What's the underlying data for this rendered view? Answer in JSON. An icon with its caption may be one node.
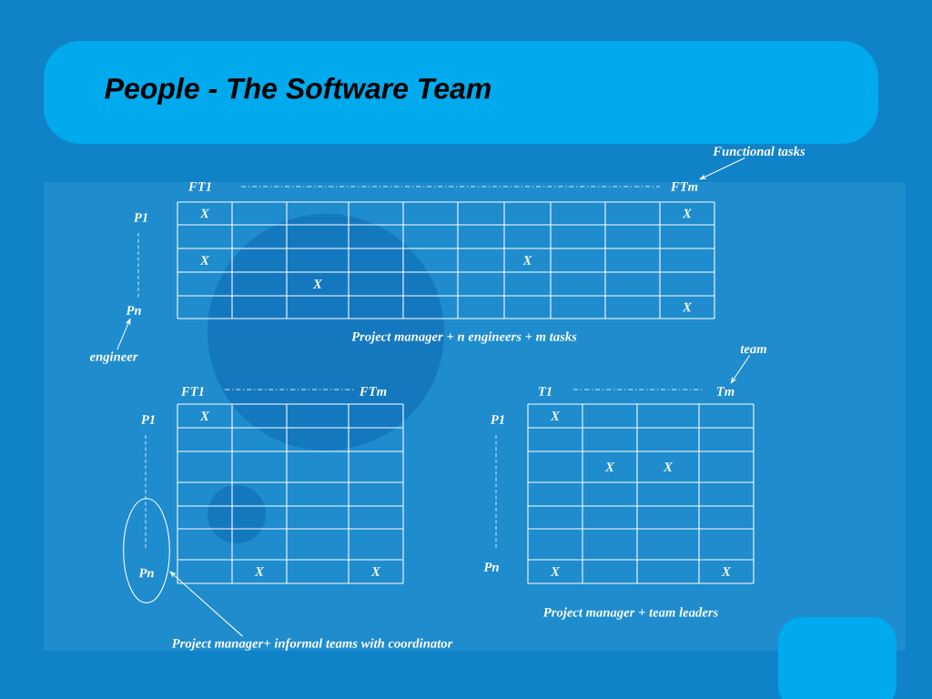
{
  "diagram": {
    "title": "People - The Software Team",
    "nodes": [
      {
        "text": [
          "Functional tasks"
        ]
      },
      {
        "text": [
          "FTm"
        ]
      },
      {
        "text": [
          "engineer"
        ]
      },
      {
        "text": [
          "Pn"
        ]
      },
      {
        "text": [
          "team"
        ]
      },
      {
        "text": [
          "Tm"
        ]
      },
      {
        "text": [
          "Pn"
        ]
      },
      {
        "text": [
          "Project manager+ informal teams with coordinator"
        ]
      }
    ],
    "edges": [
      {
        "from": 0,
        "to": 1,
        "arrow": "to"
      },
      {
        "from": 2,
        "to": 3,
        "arrow": "to"
      },
      {
        "from": 4,
        "to": 5,
        "arrow": "to"
      },
      {
        "from": 7,
        "to": 6,
        "arrow": "to"
      }
    ],
    "labels": [
      "FT1",
      "P1",
      "X",
      "X",
      "X",
      "X",
      "X",
      "X",
      "Project manager + n engineers + m tasks",
      "FT1",
      "FTm",
      "P1",
      "X",
      "X",
      "X",
      "T1",
      "P1",
      "X",
      "X",
      "X",
      "X",
      "X",
      "Pn",
      "Project manager + team leaders"
    ]
  }
}
